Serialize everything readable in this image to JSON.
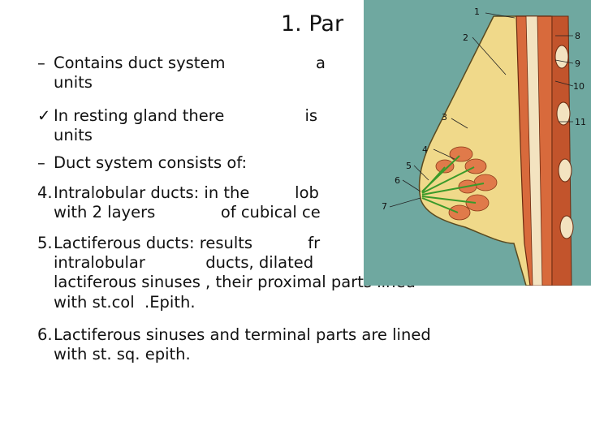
{
  "slide": {
    "title": "1.    Par",
    "bullets": [
      {
        "marker": "–",
        "lines": [
          "Contains duct system                  a",
          "units"
        ]
      },
      {
        "marker": "✓",
        "lines": [
          "In resting gland there                is",
          "units"
        ]
      },
      {
        "marker": "–",
        "lines": [
          "Duct system consists of:"
        ]
      },
      {
        "marker": "4.",
        "lines": [
          "Intralobular ducts: in the         lob",
          "with 2 layers             of cubical ce"
        ]
      },
      {
        "marker": "5.",
        "lines": [
          "Lactiferous ducts: results           fr",
          "intralobular            ducts, dilated",
          "lactiferous sinuses , their proximal parts lined",
          "with st.col  .Epith."
        ]
      },
      {
        "marker": "6.",
        "lines": [
          "Lactiferous sinuses and terminal parts are lined",
          "with st. sq. epith."
        ]
      }
    ]
  },
  "figure": {
    "background_color": "#6fa8a0",
    "labels": [
      "1",
      "2",
      "3",
      "4",
      "5",
      "6",
      "7",
      "8",
      "9",
      "10",
      "11"
    ]
  }
}
